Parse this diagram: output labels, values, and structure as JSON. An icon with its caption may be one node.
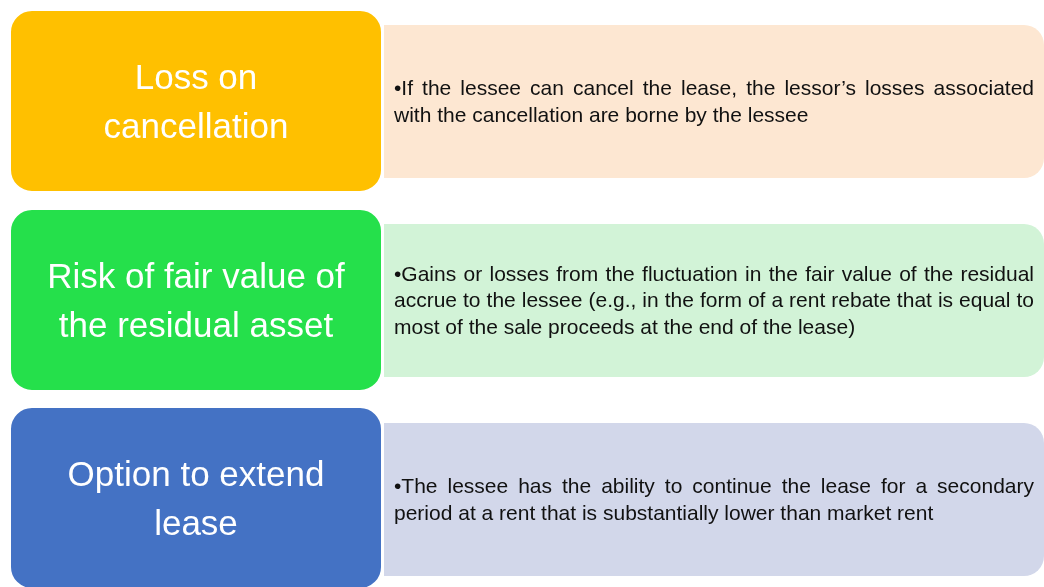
{
  "diagram": {
    "nodes": [
      {
        "text": [
          "Loss on cancellation"
        ]
      },
      {
        "text": [
          "•If the lessee can cancel the lease, the lessor’s losses associated with the cancellation are borne by the lessee"
        ]
      },
      {
        "text": [
          "Risk of fair value of the residual asset"
        ]
      },
      {
        "text": [
          "•Gains or losses from the fluctuation in the fair value of the residual accrue to the lessee (e.g., in the form of a rent rebate that is equal to most of the sale proceeds at the end of the lease)"
        ]
      },
      {
        "text": [
          "Option to extend lease"
        ]
      },
      {
        "text": [
          "•The lessee has the ability to continue the lease for a secondary period at a rent that is substantially lower than market rent"
        ]
      }
    ]
  }
}
